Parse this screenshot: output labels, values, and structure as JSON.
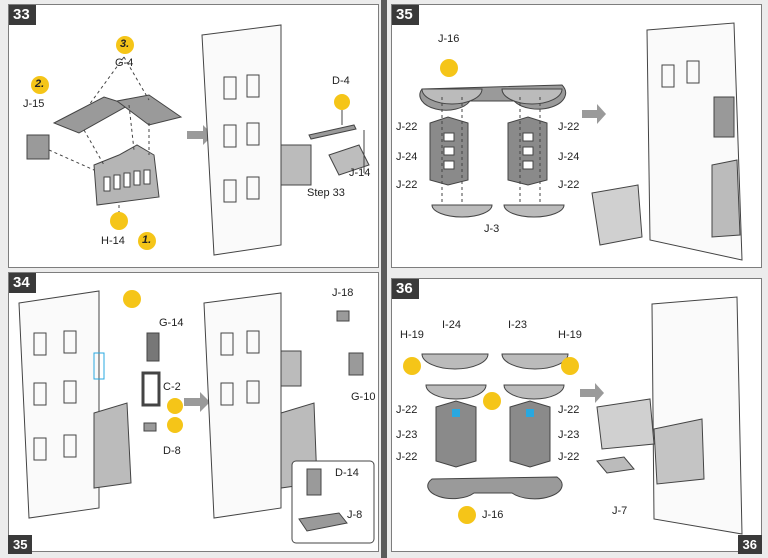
{
  "pages": {
    "left": {
      "number": "35"
    },
    "right": {
      "number": "36"
    }
  },
  "steps": {
    "s33": {
      "number": "33",
      "labels": {
        "g4": "G-4",
        "j15": "J-15",
        "h14": "H-14",
        "d4": "D-4",
        "j14": "J-14",
        "ref": "Step 33"
      },
      "order": {
        "first": "1.",
        "second": "2.",
        "third": "3."
      }
    },
    "s34": {
      "number": "34",
      "labels": {
        "g14": "G-14",
        "c2": "C-2",
        "d8": "D-8",
        "j18": "J-18",
        "g10": "G-10",
        "d14": "D-14",
        "j8": "J-8"
      }
    },
    "s35": {
      "number": "35",
      "labels": {
        "j16": "J-16",
        "j22a": "J-22",
        "j22b": "J-22",
        "j22c": "J-22",
        "j22d": "J-22",
        "j24a": "J-24",
        "j24b": "J-24",
        "j3": "J-3"
      }
    },
    "s36": {
      "number": "36",
      "labels": {
        "i24": "I-24",
        "i23": "I-23",
        "h19a": "H-19",
        "h19b": "H-19",
        "j22a": "J-22",
        "j22b": "J-22",
        "j22c": "J-22",
        "j22d": "J-22",
        "j23a": "J-23",
        "j23b": "J-23",
        "j16": "J-16",
        "j7": "J-7"
      }
    }
  },
  "colors": {
    "marker": "#f5c518",
    "part": "#9a9a9a",
    "highlight": "#29a8e0"
  }
}
